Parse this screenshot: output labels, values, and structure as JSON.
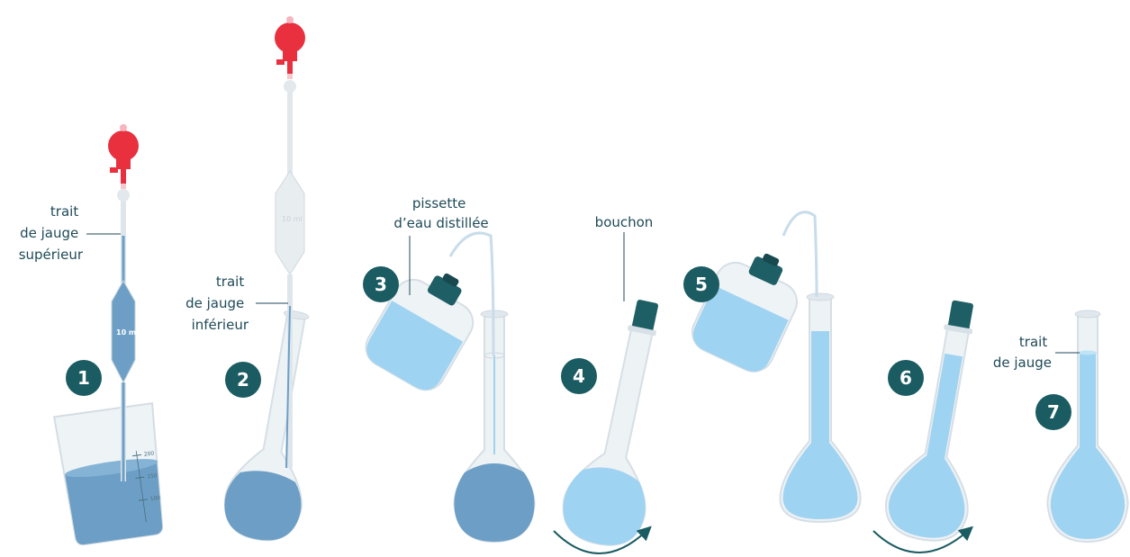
{
  "labels": {
    "upper_mark": [
      "trait",
      "de jauge",
      "supérieur"
    ],
    "lower_mark": [
      "trait",
      "de jauge",
      "inférieur"
    ],
    "wash_bottle": [
      "pissette",
      "d’eau distillée"
    ],
    "stopper": "bouchon",
    "mark": [
      "trait",
      "de jauge"
    ]
  },
  "steps": [
    "1",
    "2",
    "3",
    "4",
    "5",
    "6",
    "7"
  ],
  "pipette_volume": "10 ml",
  "beaker_graduations": [
    "200",
    "150",
    "100"
  ],
  "colors": {
    "step_badge": "#1b5b62",
    "label_text": "#1f4a58",
    "bulb": "#e8303f",
    "liquid_dark": "#6d9fc6",
    "liquid_light": "#9fd3f2",
    "glass": "#e9eff3",
    "cap": "#1e5e65",
    "arrow": "#1b5b62"
  }
}
